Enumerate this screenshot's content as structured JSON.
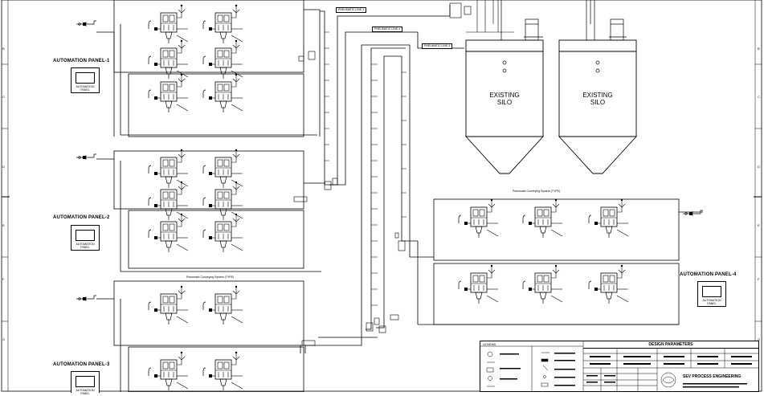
{
  "margin_letters": [
    "B",
    "C",
    "D",
    "E",
    "F",
    "G"
  ],
  "panels": [
    {
      "title": "AUTOMATION PANEL-1",
      "caption": "AUTOMATION PANEL"
    },
    {
      "title": "AUTOMATION PANEL-2",
      "caption": "AUTOMATION PANEL"
    },
    {
      "title": "AUTOMATION PANEL-3",
      "caption": "AUTOMATION PANEL"
    },
    {
      "title": "AUTOMATION PANEL-4",
      "caption": "AUTOMATION PANEL"
    }
  ],
  "silos": [
    {
      "label_line1": "EXISTING",
      "label_line2": "SILO"
    },
    {
      "label_line1": "EXISTING",
      "label_line2": "SILO"
    }
  ],
  "line_tags": [
    "PNEUMATIC LINE-1",
    "PNEUMATIC LINE-2",
    "PNEUMATIC LINE-3"
  ],
  "conveying_headers": [
    "Pneumatic Conveying System (TYPE)",
    "Pneumatic Conveying System (TYPE)"
  ],
  "title_block": {
    "legend_title": "LEGEND",
    "design_title": "DESIGN PARAMETERS",
    "company": "SEV PROCESS ENGINEERING"
  }
}
